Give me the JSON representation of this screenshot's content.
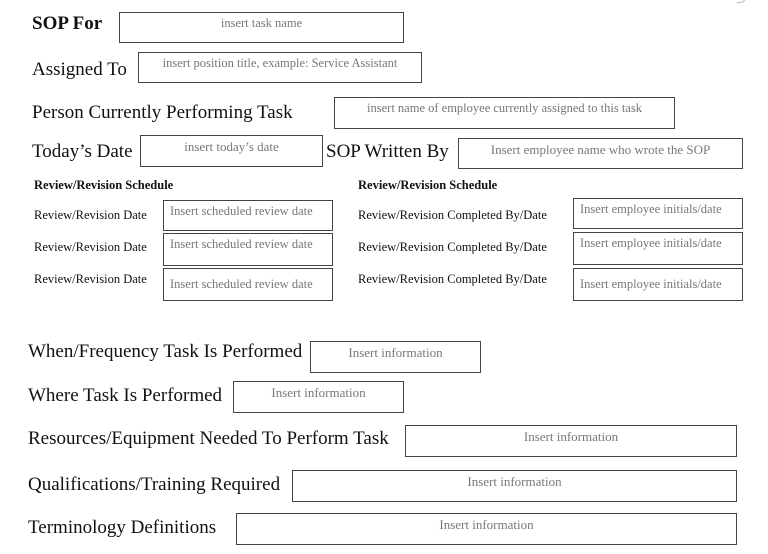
{
  "header": {
    "sop_for_label": "SOP For",
    "sop_for_placeholder": "insert task name",
    "assigned_to_label": "Assigned To",
    "assigned_to_placeholder": "insert position title, example: Service Assistant",
    "person_label": "Person Currently Performing Task",
    "person_placeholder": "insert name of employee currently assigned to this task",
    "date_label": "Today’s Date",
    "date_placeholder": "insert today’s date",
    "written_by_label": "SOP Written By",
    "written_by_placeholder": "Insert employee name who wrote the SOP"
  },
  "review": {
    "left_heading": "Review/Revision Schedule",
    "right_heading": "Review/Revision Schedule",
    "rows": [
      {
        "left_label": "Review/Revision Date",
        "left_placeholder": "Insert scheduled review date",
        "right_label": "Review/Revision Completed By/Date",
        "right_placeholder": "Insert employee initials/date"
      },
      {
        "left_label": "Review/Revision Date",
        "left_placeholder": "Insert scheduled review date",
        "right_label": "Review/Revision Completed By/Date",
        "right_placeholder": "Insert employee initials/date"
      },
      {
        "left_label": "Review/Revision Date",
        "left_placeholder": "Insert scheduled review date",
        "right_label": "Review/Revision Completed By/Date",
        "right_placeholder": "Insert employee initials/date"
      }
    ]
  },
  "details": [
    {
      "label": "When/Frequency Task Is Performed",
      "placeholder": "Insert information"
    },
    {
      "label": "Where Task Is Performed",
      "placeholder": "Insert information"
    },
    {
      "label": "Resources/Equipment Needed To Perform Task",
      "placeholder": "Insert information"
    },
    {
      "label": "Qualifications/Training Required",
      "placeholder": "Insert information"
    },
    {
      "label": "Terminology Definitions",
      "placeholder": "Insert information"
    }
  ]
}
